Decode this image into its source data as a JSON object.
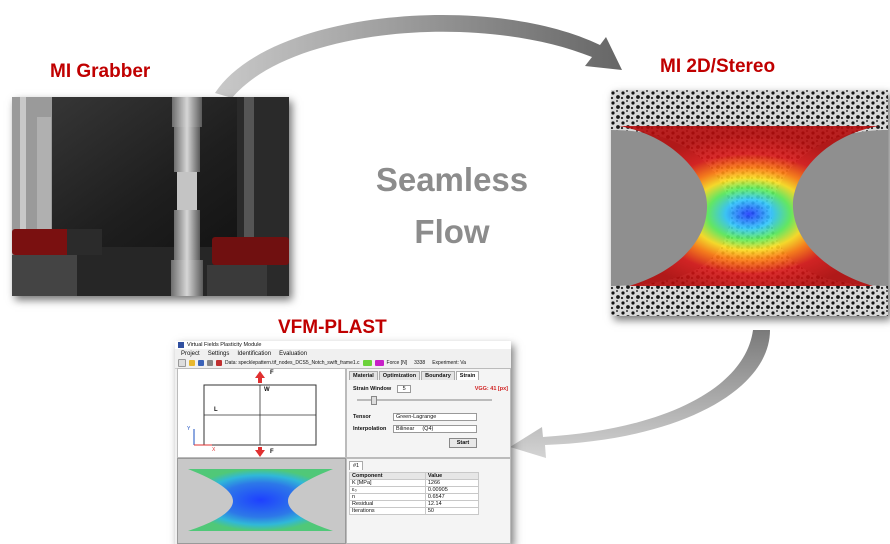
{
  "labels": {
    "grabber": "MI Grabber",
    "stereo": "MI 2D/Stereo",
    "vfm": "VFM-PLAST",
    "center_line1": "Seamless",
    "center_line2": "Flow"
  },
  "colors": {
    "label_red": "#c00000",
    "arrow_gray": "#7f7f7f",
    "center_gray": "#8c8c8c"
  },
  "vfm_window": {
    "title": "Virtual Fields Plasticity Module",
    "menu": [
      "Project",
      "Settings",
      "Identification",
      "Evaluation"
    ],
    "toolbar_data": "Data: specklepattern.tif_nodes_DCS5_Notch_swift_frame1.c",
    "toolbar_force": "Force [N]",
    "toolbar_force_val": "3338",
    "toolbar_experiment": "Experiment: Va",
    "diagram": {
      "force_label_top": "F",
      "force_label_bottom": "F",
      "width_label": "W",
      "length_label": "L",
      "y_axis": "Y",
      "x_axis": "X"
    },
    "tabs": [
      "Material",
      "Optimization",
      "Boundary",
      "Strain"
    ],
    "active_tab": "Strain",
    "strain_window_label": "Strain Window",
    "strain_window_value": "5",
    "vgg_label": "VGG: 41 [px]",
    "tensor_label": "Tensor",
    "tensor_value": "Green-Lagrange",
    "interp_label": "Interpolation",
    "interp_value": "Bilinear",
    "interp_extra": "(Q4)",
    "start_label": "Start",
    "result_tab": "#1",
    "table_headers": [
      "Component",
      "Value"
    ],
    "table_rows": [
      [
        "K [MPa]",
        "1266"
      ],
      [
        "ε₀",
        "0.00905"
      ],
      [
        "n",
        "0.6547"
      ],
      [
        "Residual",
        "12.14"
      ],
      [
        "Iterations",
        "50"
      ]
    ]
  }
}
